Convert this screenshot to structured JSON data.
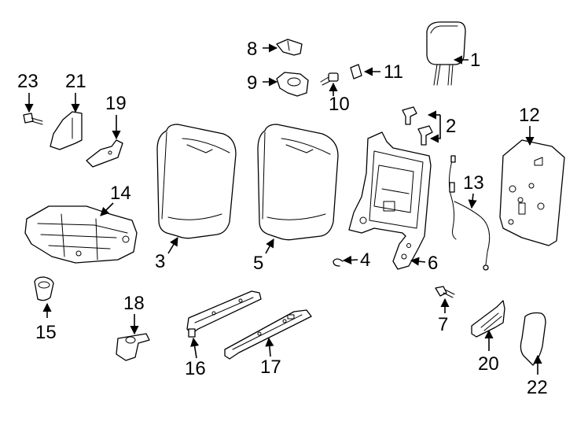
{
  "parts": [
    {
      "id": "1",
      "label": "1"
    },
    {
      "id": "2",
      "label": "2"
    },
    {
      "id": "3",
      "label": "3"
    },
    {
      "id": "4",
      "label": "4"
    },
    {
      "id": "5",
      "label": "5"
    },
    {
      "id": "6",
      "label": "6"
    },
    {
      "id": "7",
      "label": "7"
    },
    {
      "id": "8",
      "label": "8"
    },
    {
      "id": "9",
      "label": "9"
    },
    {
      "id": "10",
      "label": "10"
    },
    {
      "id": "11",
      "label": "11"
    },
    {
      "id": "12",
      "label": "12"
    },
    {
      "id": "13",
      "label": "13"
    },
    {
      "id": "14",
      "label": "14"
    },
    {
      "id": "15",
      "label": "15"
    },
    {
      "id": "16",
      "label": "16"
    },
    {
      "id": "17",
      "label": "17"
    },
    {
      "id": "18",
      "label": "18"
    },
    {
      "id": "19",
      "label": "19"
    },
    {
      "id": "20",
      "label": "20"
    },
    {
      "id": "21",
      "label": "21"
    },
    {
      "id": "22",
      "label": "22"
    },
    {
      "id": "23",
      "label": "23"
    }
  ]
}
